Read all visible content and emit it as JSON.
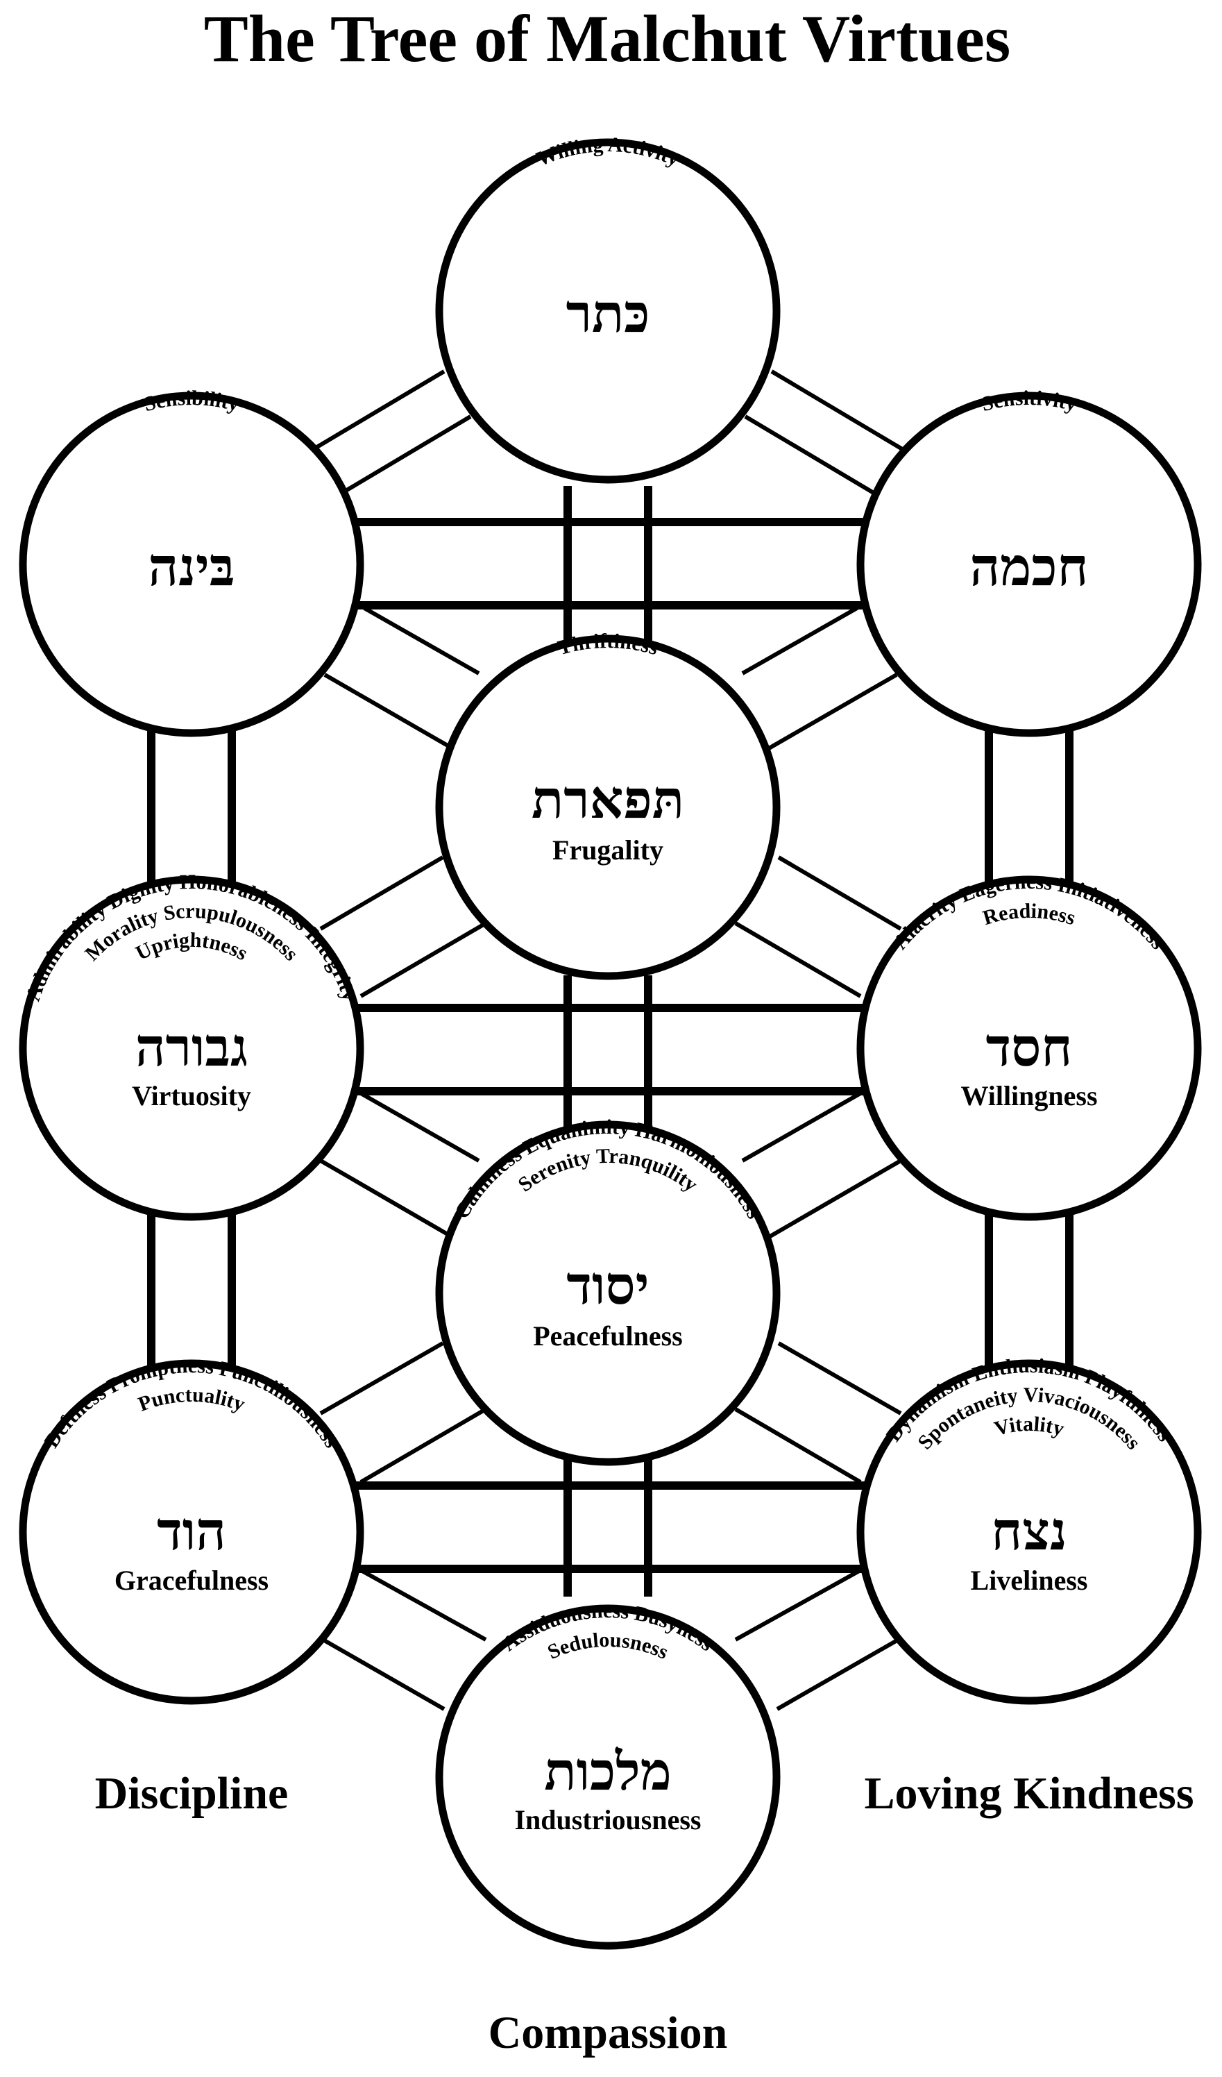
{
  "title": "The Tree of Malchut Virtues",
  "pillars": {
    "left": "Discipline",
    "right": "Loving Kindness",
    "bottom": "Compassion"
  },
  "sefirot": {
    "keter": {
      "hebrew": "כּתר",
      "name": "",
      "arc_lines": [
        "Willing Activity"
      ]
    },
    "binah": {
      "hebrew": "בּינה",
      "name": "",
      "arc_lines": [
        "Sensibility"
      ]
    },
    "chochmah": {
      "hebrew": "חכמה",
      "name": "",
      "arc_lines": [
        "Sensitivity"
      ]
    },
    "tiferet": {
      "hebrew": "תּפארת",
      "name": "Frugality",
      "arc_lines": [
        "Thriftiness"
      ]
    },
    "gevurah": {
      "hebrew": "גבורה",
      "name": "Virtuosity",
      "arc_lines": [
        "Admirability Dignity Honorableness Integrity",
        "Morality Scrupulousness",
        "Uprightness"
      ]
    },
    "chesed": {
      "hebrew": "חסד",
      "name": "Willingness",
      "arc_lines": [
        "Alacrity Eagerness Initiativeness",
        "Readiness"
      ]
    },
    "yesod": {
      "hebrew": "יסוד",
      "name": "Peacefulness",
      "arc_lines": [
        "Calmness Equanimity Harmoniousness",
        "Serenity Tranquility"
      ]
    },
    "hod": {
      "hebrew": "הוד",
      "name": "Gracefulness",
      "arc_lines": [
        "Deftness Promptness Punctiliousness",
        "Punctuality"
      ]
    },
    "netzach": {
      "hebrew": "נצח",
      "name": "Liveliness",
      "arc_lines": [
        "Dynamism Enthusiasm Playfulness",
        "Spontaneity Vivaciousness",
        "Vitality"
      ]
    },
    "malchut": {
      "hebrew": "מלכות",
      "name": "Industriousness",
      "arc_lines": [
        "Assiduousness Busyness",
        "Sedulousness"
      ]
    }
  }
}
